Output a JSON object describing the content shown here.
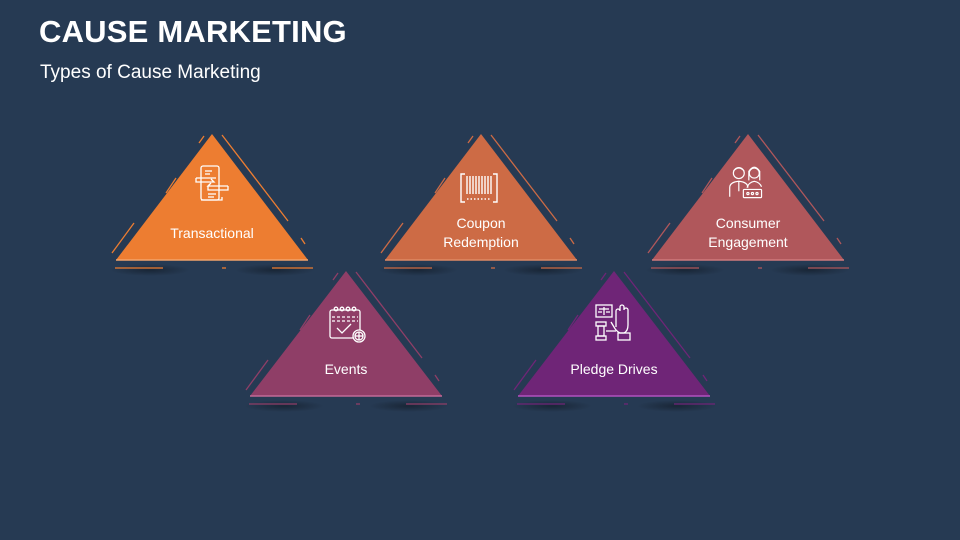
{
  "header": {
    "title": "CAUSE MARKETING",
    "subtitle": "Types of Cause Marketing"
  },
  "background_color": "#263a53",
  "items": [
    {
      "label": "Transactional",
      "icon": "document-exchange-icon",
      "color": "#ed7d31",
      "accent": "#f3a36a"
    },
    {
      "label": "Coupon Redemption",
      "icon": "barcode-scan-icon",
      "color": "#cd6b45",
      "accent": "#e08a64"
    },
    {
      "label": "Consumer Engagement",
      "icon": "people-chat-icon",
      "color": "#b0575b",
      "accent": "#d07a7d"
    },
    {
      "label": "Events",
      "icon": "calendar-check-icon",
      "color": "#8f3e67",
      "accent": "#c26a98"
    },
    {
      "label": "Pledge Drives",
      "icon": "pledge-hand-gavel-icon",
      "color": "#6f2577",
      "accent": "#b252c0"
    }
  ]
}
